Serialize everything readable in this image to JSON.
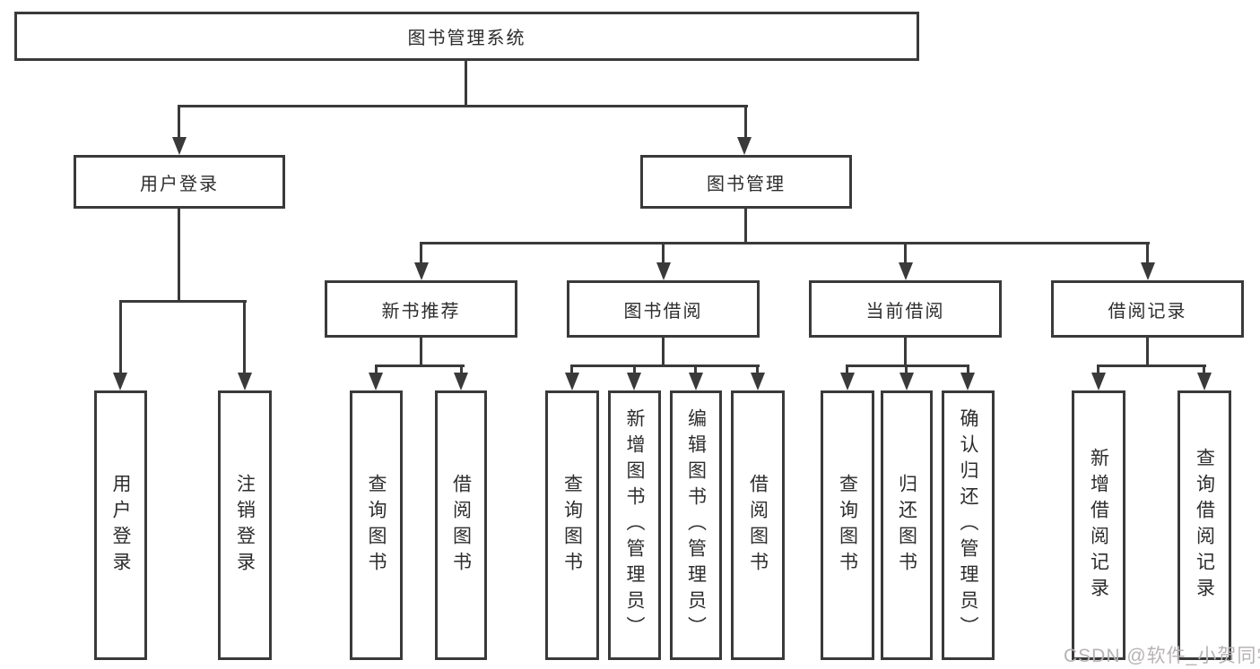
{
  "diagram": {
    "title": "图书管理系统",
    "root": {
      "label": "图书管理系统"
    },
    "level2": [
      {
        "label": "用户登录"
      },
      {
        "label": "图书管理"
      }
    ],
    "level3": [
      {
        "label": "新书推荐",
        "parent": "图书管理"
      },
      {
        "label": "图书借阅",
        "parent": "图书管理"
      },
      {
        "label": "当前借阅",
        "parent": "图书管理"
      },
      {
        "label": "借阅记录",
        "parent": "图书管理"
      }
    ],
    "leaves": [
      {
        "label": "用户登录",
        "parent": "用户登录"
      },
      {
        "label": "注销登录",
        "parent": "用户登录"
      },
      {
        "label": "查询图书",
        "parent": "新书推荐"
      },
      {
        "label": "借阅图书",
        "parent": "新书推荐"
      },
      {
        "label": "查询图书",
        "parent": "图书借阅"
      },
      {
        "label": "新增图书（管理员）",
        "parent": "图书借阅"
      },
      {
        "label": "编辑图书（管理员）",
        "parent": "图书借阅"
      },
      {
        "label": "借阅图书",
        "parent": "图书借阅"
      },
      {
        "label": "查询图书",
        "parent": "当前借阅"
      },
      {
        "label": "归还图书",
        "parent": "当前借阅"
      },
      {
        "label": "确认归还（管理员）",
        "parent": "当前借阅"
      },
      {
        "label": "新增借阅记录",
        "parent": "借阅记录"
      },
      {
        "label": "查询借阅记录",
        "parent": "借阅记录"
      }
    ],
    "colors": {
      "line": "#3a3a3a",
      "text": "#2d2d2d",
      "watermark": "#b7b3b3",
      "background": "#ffffff"
    },
    "watermark": "CSDN @软件_小贺同学"
  }
}
